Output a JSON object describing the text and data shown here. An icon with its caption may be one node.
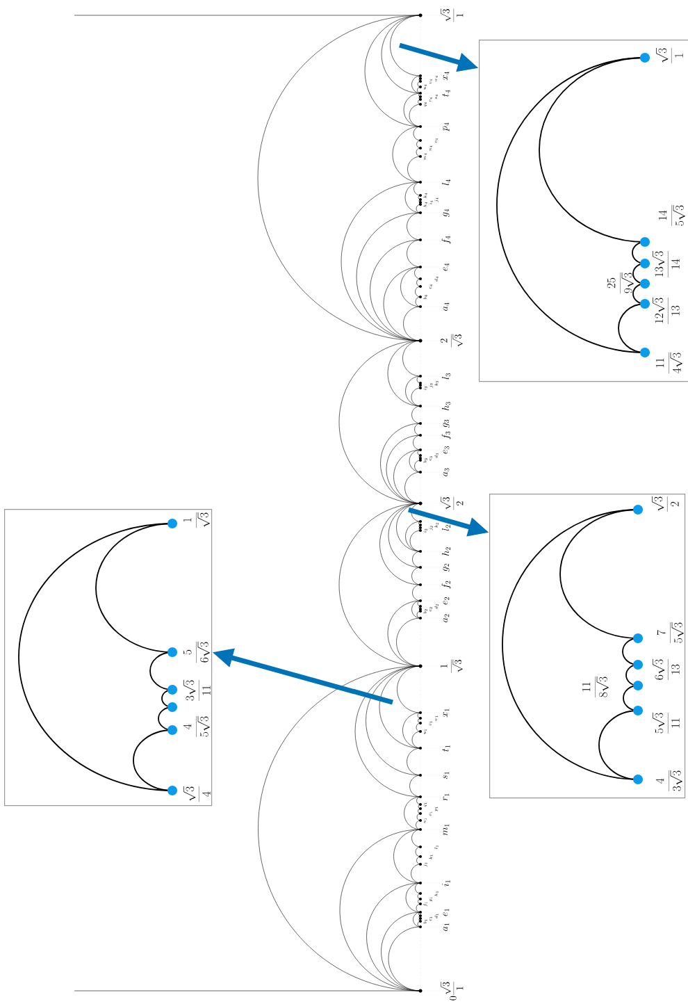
{
  "diagram": {
    "nodes": [
      {
        "text": [
          "\\frac{\\sqrt{3}}{1}",
          "\\frac{14}{5\\sqrt{3}}",
          "\\frac{13\\sqrt{3}}{14}",
          "\\frac{25}{9\\sqrt{3}}",
          "\\frac{12\\sqrt{3}}{13}",
          "\\frac{11}{4\\sqrt{3}}"
        ]
      },
      {
        "text": [
          "\\frac{\\sqrt{3}}{2}",
          "\\frac{7}{5\\sqrt{3}}",
          "\\frac{6\\sqrt{3}}{13}",
          "\\frac{11}{8\\sqrt{3}}",
          "\\frac{5\\sqrt{3}}{11}",
          "\\frac{4}{3\\sqrt{3}}"
        ]
      },
      {
        "text": [
          "\\frac{1}{\\sqrt{3}}",
          "\\frac{5}{6\\sqrt{3}}",
          "\\frac{3\\sqrt{3}}{11}",
          "\\frac{4}{5\\sqrt{3}}",
          "\\frac{\\sqrt{3}}{4}"
        ]
      }
    ],
    "edges": [
      {
        "from": null,
        "to": 0,
        "arrow": "to"
      },
      {
        "from": null,
        "to": 1,
        "arrow": "to"
      },
      {
        "from": null,
        "to": 2,
        "arrow": "to"
      }
    ],
    "labels": [
      "0\\frac{\\sqrt{3}}{1}",
      "a_1",
      "b_1",
      "c_1",
      "d_1",
      "e_1",
      "f_1",
      "g_1",
      "h_1",
      "i_1",
      "j_1",
      "k_1",
      "l_1",
      "m_1",
      "n_1",
      "o_1",
      "p_1",
      "q_1",
      "r_1",
      "s_1",
      "t_1",
      "u_1",
      "v_1",
      "w_1",
      "x_1",
      "\\frac{1}{\\sqrt{3}}",
      "a_2",
      "b_2",
      "c_2",
      "d_2",
      "e_2",
      "f_2",
      "g_2",
      "h_2",
      "i_2",
      "j_2",
      "k_2",
      "l_2",
      "\\frac{\\sqrt{3}}{2}",
      "a_3",
      "b_3",
      "c_3",
      "d_3",
      "e_3",
      "f_3",
      "g_3",
      "h_3",
      "i_3",
      "j_3",
      "k_3",
      "l_3",
      "\\frac{2}{\\sqrt{3}}",
      "a_4",
      "b_4",
      "c_4",
      "d_4",
      "e_4",
      "f_4",
      "g_4",
      "h_4",
      "i_4",
      "j_4",
      "k_4",
      "l_4",
      "m_4",
      "n_4",
      "o_4",
      "p_4",
      "q_4",
      "r_4",
      "s_4",
      "t_4",
      "u_4",
      "v_4",
      "w_4",
      "x_4",
      "\\frac{\\sqrt{3}}{1}"
    ]
  }
}
